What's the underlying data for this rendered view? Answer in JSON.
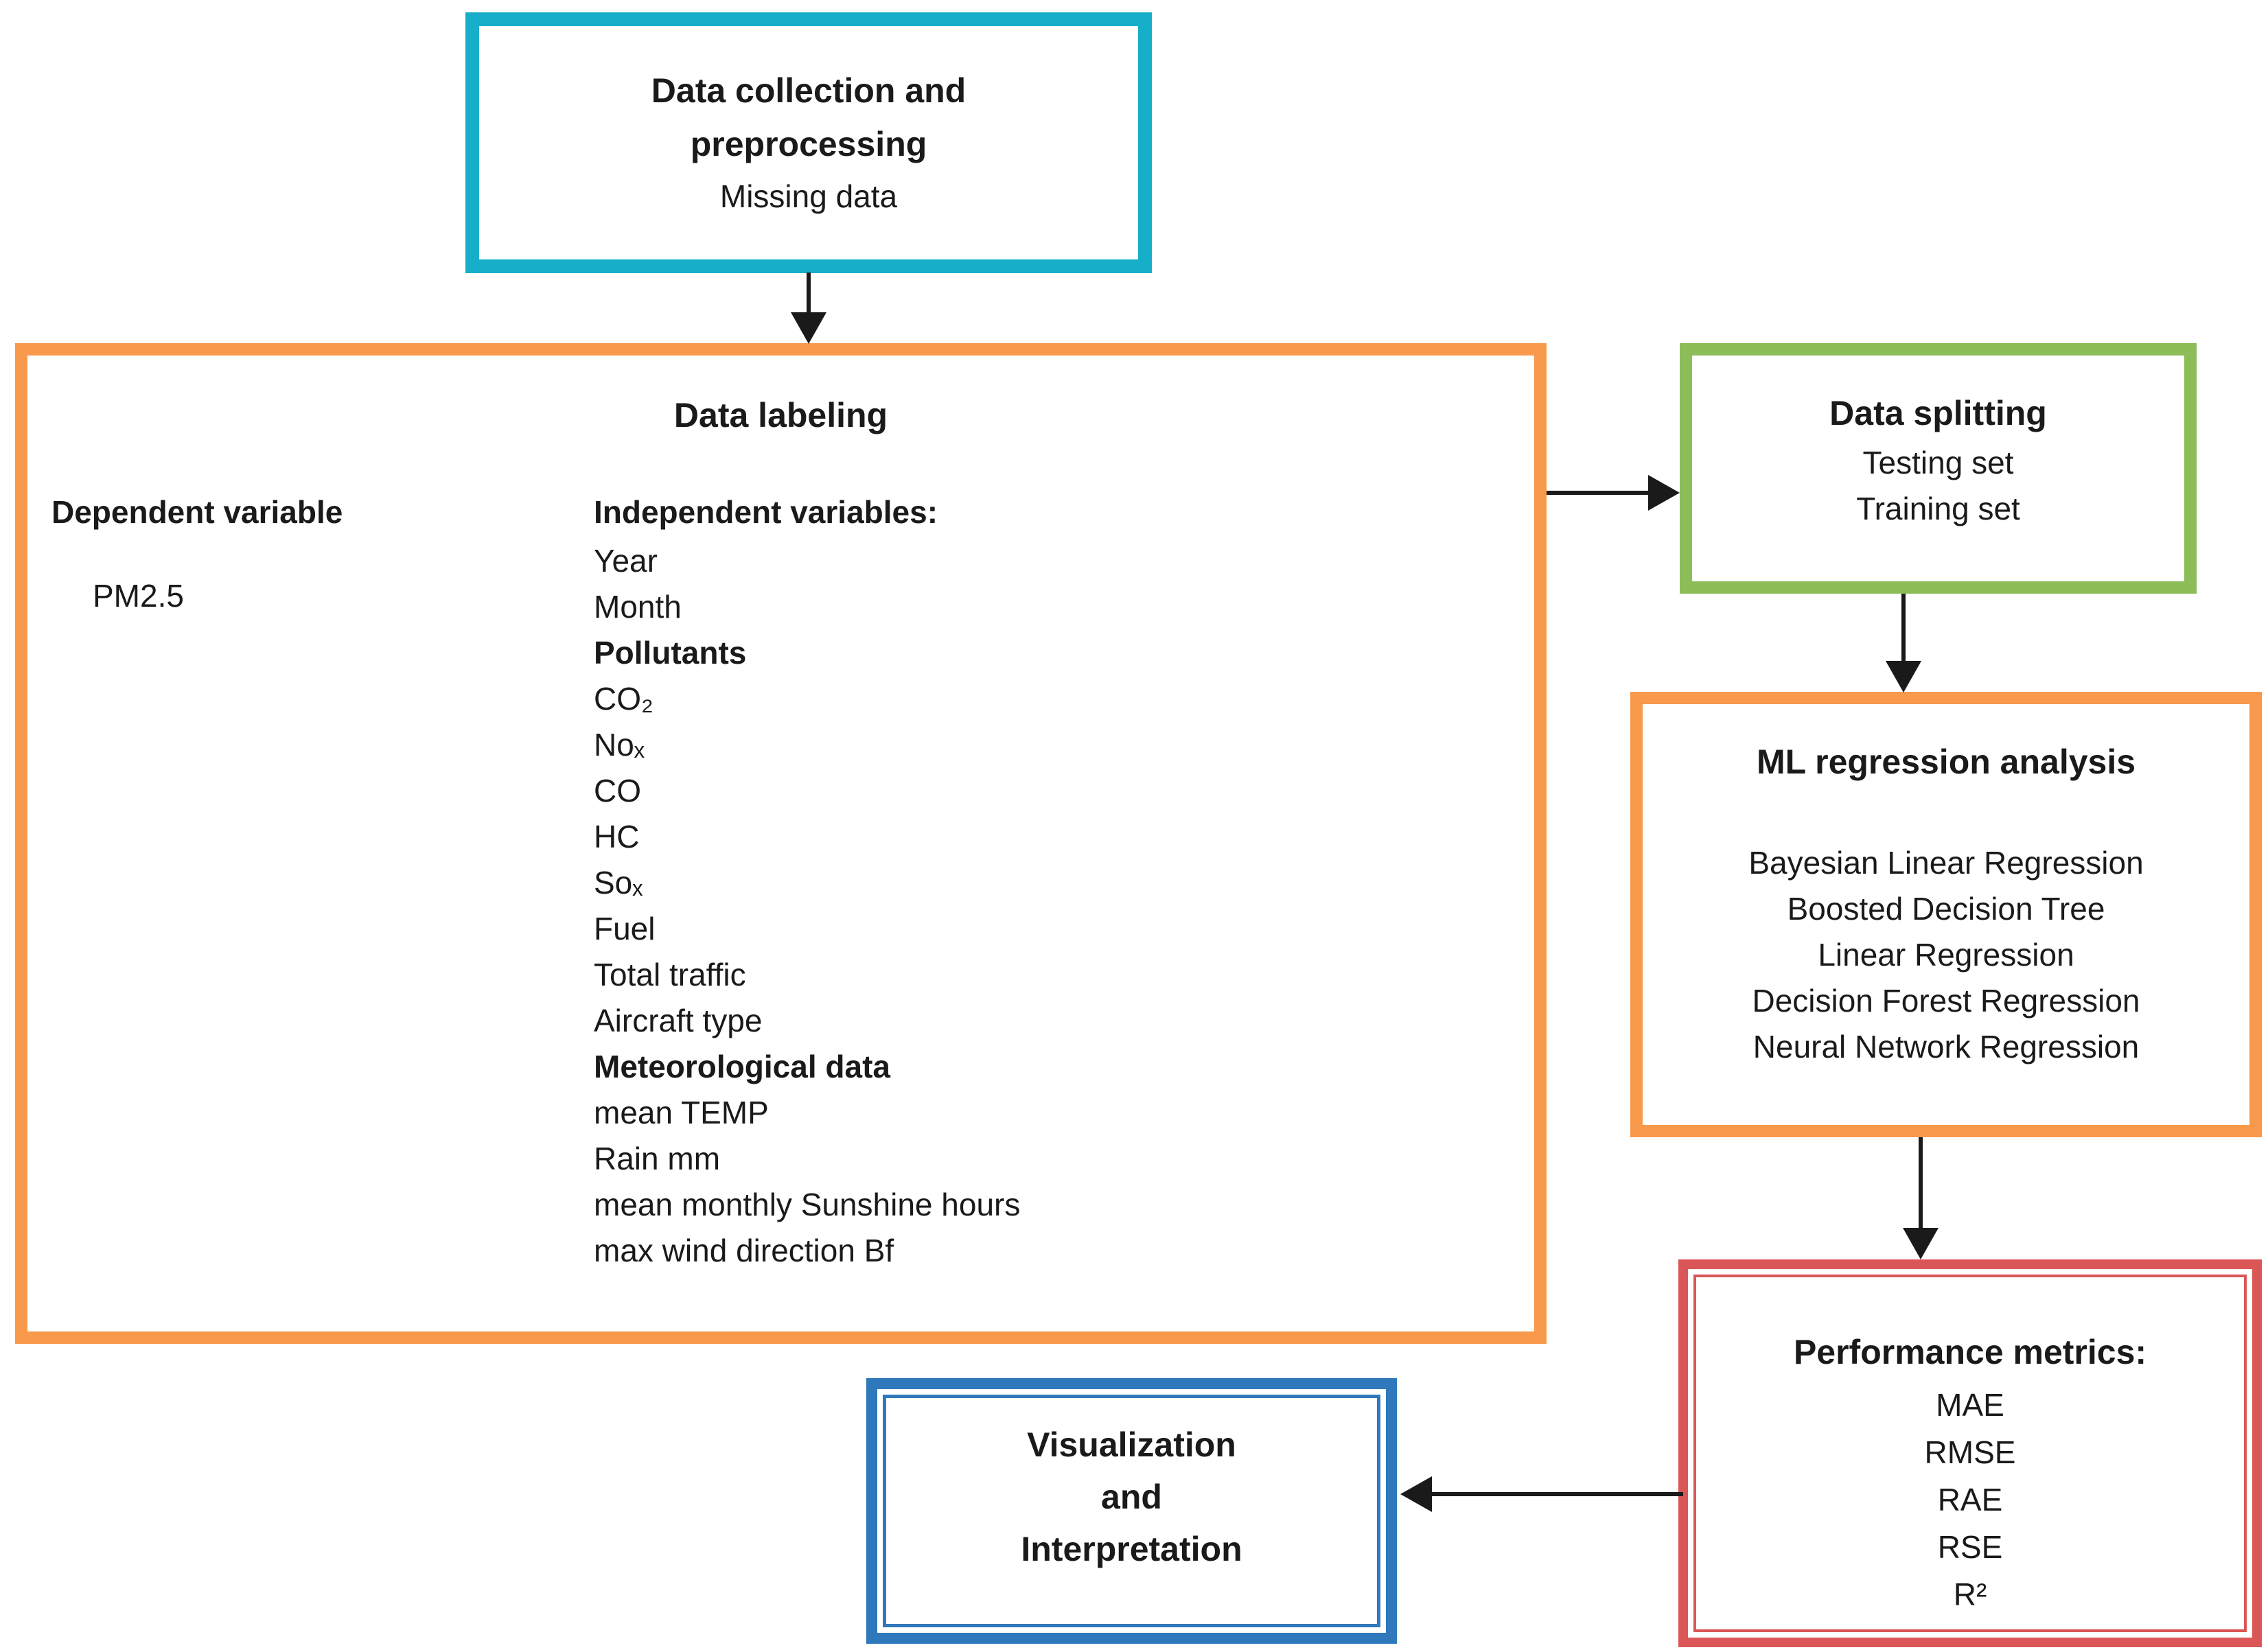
{
  "colors": {
    "collection_border": "#16AEC9",
    "labeling_border": "#F8994B",
    "splitting_border": "#8CBD58",
    "ml_border": "#F8994B",
    "metrics_border": "#DB5757",
    "visualization_border": "#2F78BB",
    "arrow": "#1a1a1a",
    "text": "#1a1a1a",
    "background": "#ffffff"
  },
  "boxes": {
    "collection": {
      "title_line1": "Data collection and",
      "title_line2": "preprocessing",
      "subtitle": "Missing data"
    },
    "labeling": {
      "title": "Data labeling",
      "dependent_header": "Dependent variable",
      "dependent_value": "PM2.5",
      "independent_header": "Independent variables:",
      "independent_items": [
        "Year",
        "Month",
        "Pollutants",
        "CO₂",
        "Noₓ",
        "CO",
        "HC",
        "Soₓ",
        "Fuel",
        "Total traffic",
        "Aircraft type",
        "Meteorological data",
        "mean TEMP",
        "Rain mm",
        "mean monthly Sunshine hours",
        "max wind direction Bf"
      ]
    },
    "splitting": {
      "title": "Data splitting",
      "items": [
        "Testing set",
        "Training set"
      ]
    },
    "ml": {
      "title": "ML regression analysis",
      "items": [
        "Bayesian Linear Regression",
        "Boosted Decision Tree",
        "Linear Regression",
        "Decision Forest Regression",
        "Neural Network Regression"
      ]
    },
    "metrics": {
      "title": "Performance metrics:",
      "items": [
        "MAE",
        "RMSE",
        "RAE",
        "RSE",
        "R²"
      ]
    },
    "visualization": {
      "line1": "Visualization",
      "line2": "and",
      "line3": "Interpretation"
    }
  },
  "arrows": [
    {
      "name": "collection-to-labeling",
      "direction": "down"
    },
    {
      "name": "labeling-to-splitting",
      "direction": "right"
    },
    {
      "name": "splitting-to-ml",
      "direction": "down"
    },
    {
      "name": "ml-to-metrics",
      "direction": "down"
    },
    {
      "name": "metrics-to-visualization",
      "direction": "left"
    }
  ]
}
